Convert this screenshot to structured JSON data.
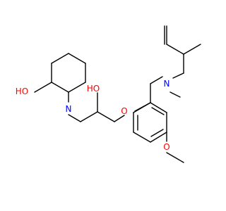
{
  "molecule": {
    "atom_colors": {
      "oxygen": "#ff0000",
      "nitrogen": "#0000ff",
      "carbon_bonds": "#000000",
      "background": "#ffffff"
    },
    "labels": {
      "piperidine_hydroxyl": "HO",
      "piperidine_nitrogen": "N",
      "chain_hydroxyl": "HO",
      "ether_oxygen": "O",
      "amine_nitrogen": "N",
      "methoxy_oxygen": "O"
    }
  }
}
